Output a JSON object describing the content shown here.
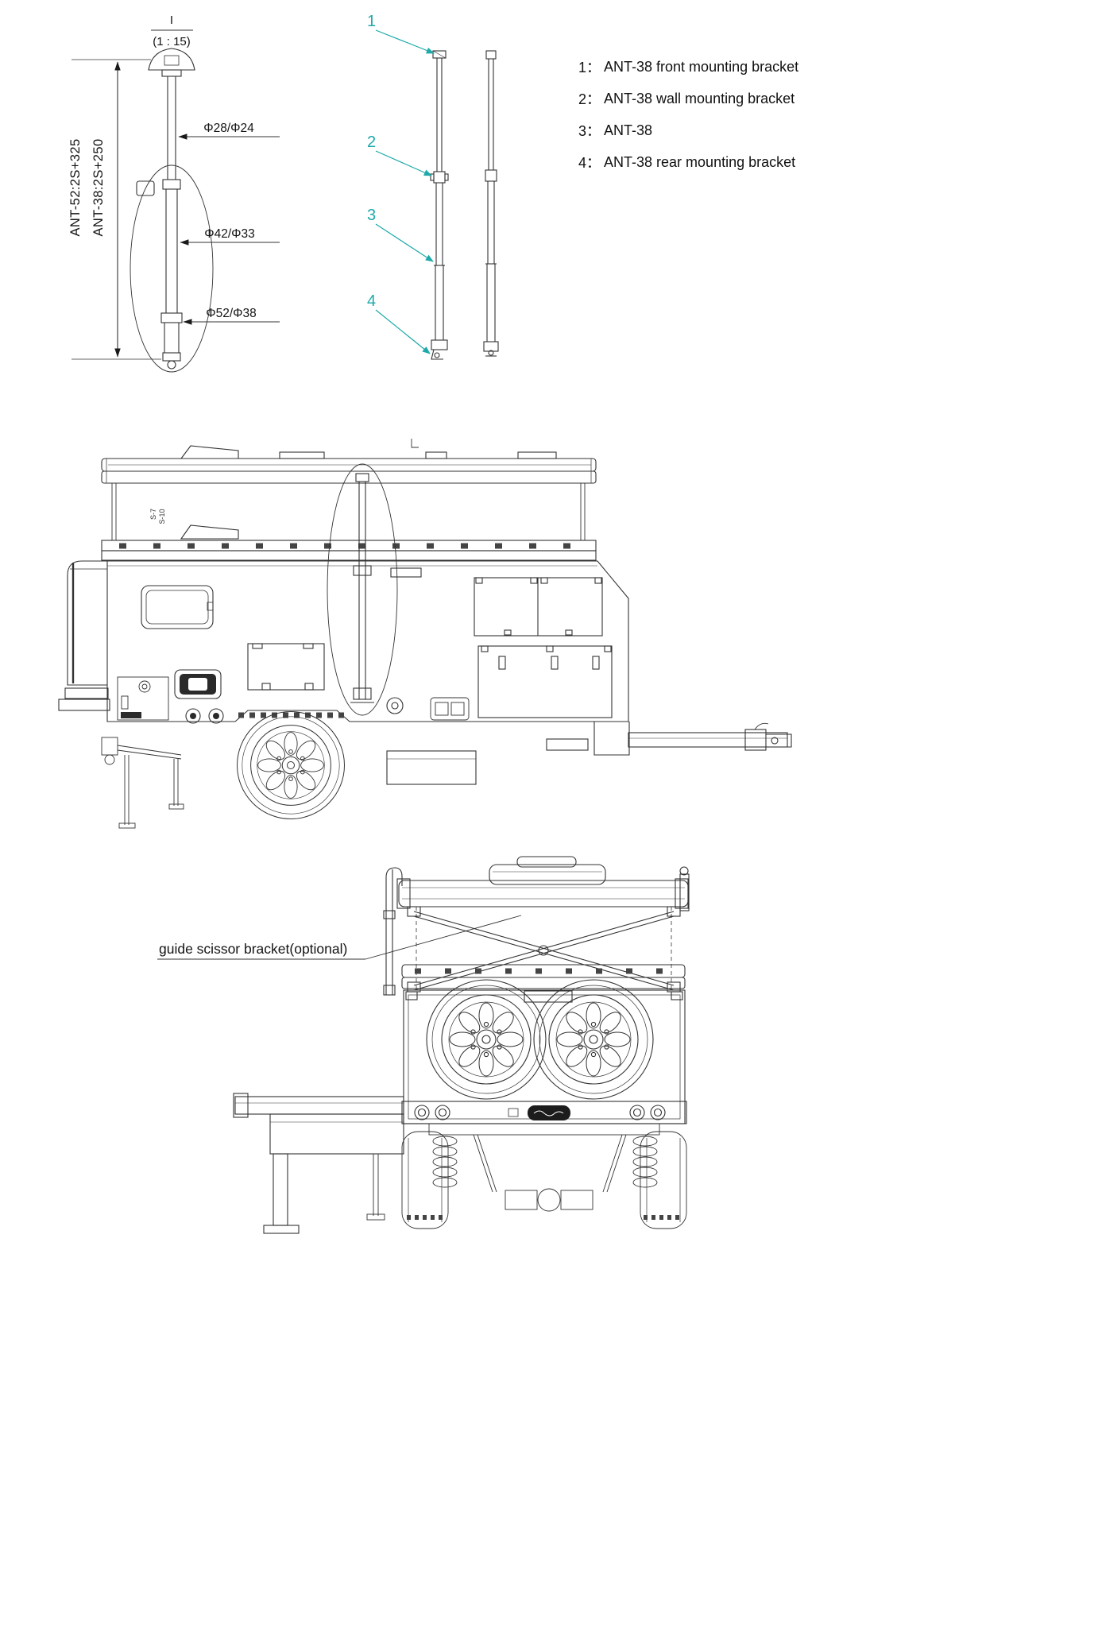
{
  "colors": {
    "line": "#333333",
    "callout": "#1fa9a9",
    "text": "#141414"
  },
  "detail": {
    "section_label": "I",
    "scale": "(1 : 15)",
    "dims": {
      "height_ant52": "ANT-52:2S+325",
      "height_ant38": "ANT-38:2S+250",
      "dia_top": "Φ28/Φ24",
      "dia_mid": "Φ42/Φ33",
      "dia_bot": "Φ52/Φ38"
    }
  },
  "callouts": [
    "1",
    "2",
    "3",
    "4"
  ],
  "legend": {
    "items": [
      {
        "num": "1：",
        "label": "ANT-38 front mounting bracket"
      },
      {
        "num": "2：",
        "label": "ANT-38 wall mounting bracket"
      },
      {
        "num": "3：",
        "label": "ANT-38"
      },
      {
        "num": "4：",
        "label": "ANT-38 rear mounting bracket"
      }
    ]
  },
  "side_view": {
    "note1": "S-7",
    "note2": "S-10"
  },
  "rear_view": {
    "annotation": "guide scissor bracket(optional)"
  }
}
